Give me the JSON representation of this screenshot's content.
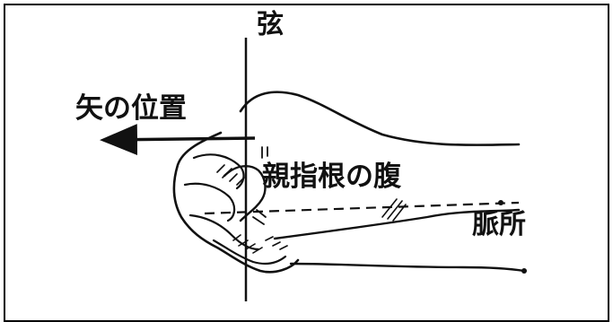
{
  "labels": {
    "string": "弦",
    "arrow_position": "矢の位置",
    "thumb_base_pad": "親指根の腹",
    "pulse_point": "脈所"
  },
  "colors": {
    "ink": "#111111",
    "background": "#ffffff",
    "border": "#000000"
  }
}
